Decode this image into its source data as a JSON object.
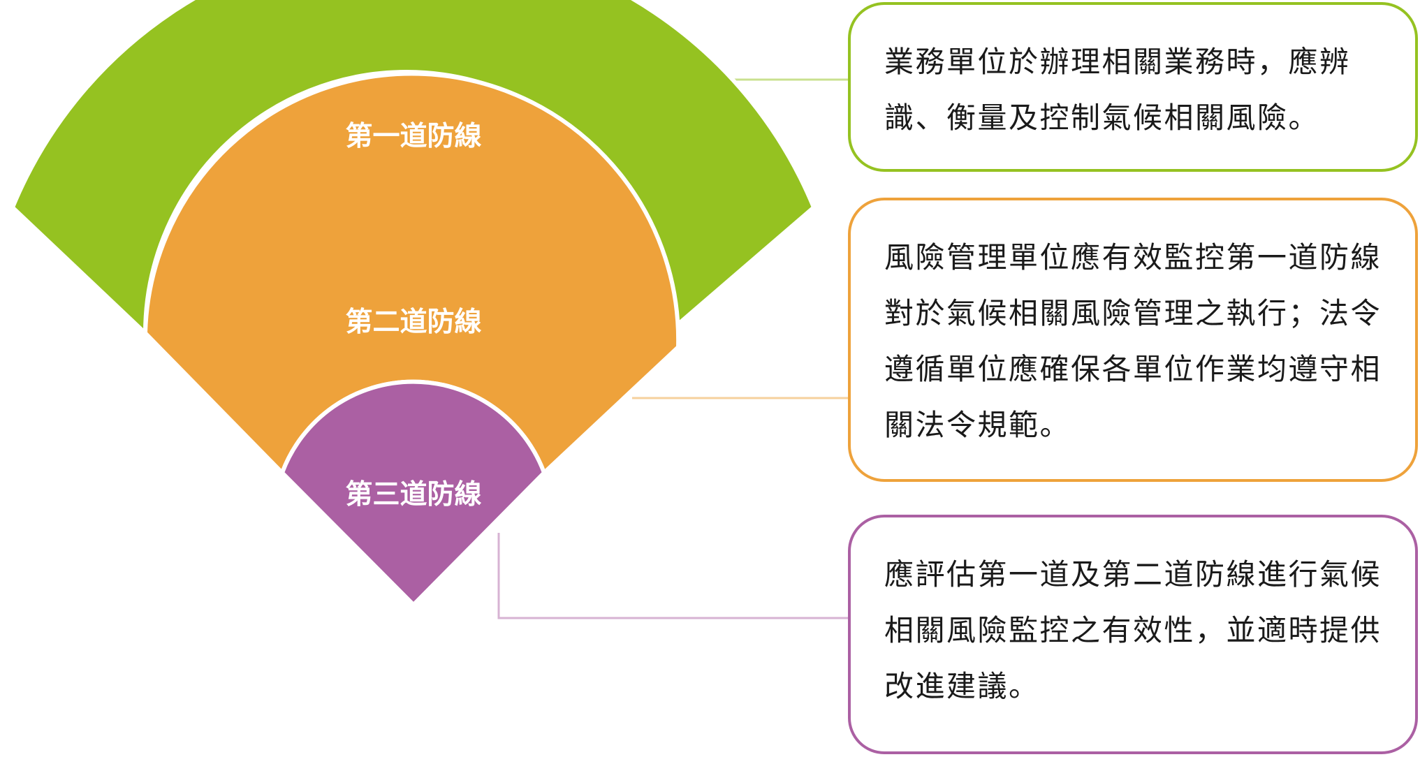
{
  "colors": {
    "first_line": "#95c221",
    "second_line": "#eea23b",
    "third_line": "#ab60a3",
    "first_connector": "#c9e08f",
    "second_connector": "#f6d19d",
    "third_connector": "#d7b3d3"
  },
  "rings": [
    {
      "label": "第一道防線"
    },
    {
      "label": "第二道防線"
    },
    {
      "label": "第三道防線"
    }
  ],
  "descriptions": [
    {
      "text": "業務單位於辦理相關業務時，應辨識、衡量及控制氣候相關風險。"
    },
    {
      "text": "風險管理單位應有效監控第一道防線對於氣候相關風險管理之執行；法令遵循單位應確保各單位作業均遵守相關法令規範。"
    },
    {
      "text": "應評估第一道及第二道防線進行氣候相關風險監控之有效性，並適時提供改進建議。"
    }
  ]
}
